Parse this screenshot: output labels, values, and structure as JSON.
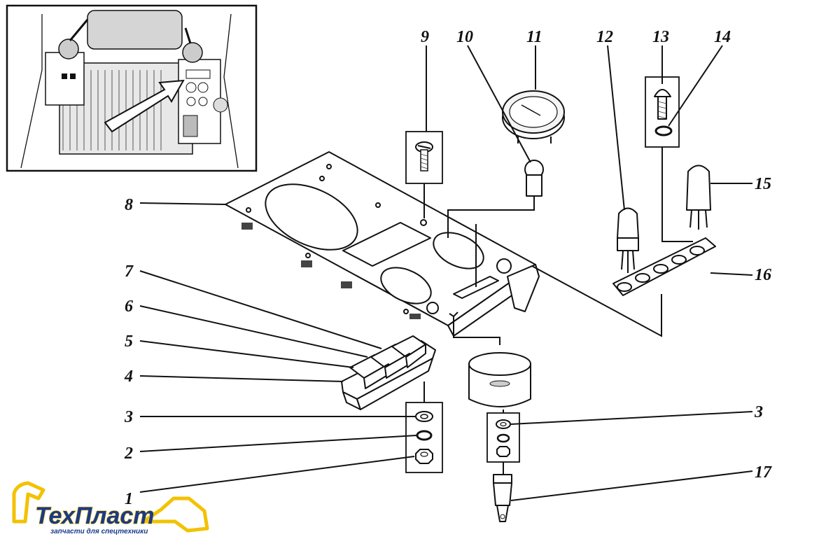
{
  "callouts": {
    "c1": "1",
    "c2": "2",
    "c3a": "3",
    "c3b": "3",
    "c4": "4",
    "c5": "5",
    "c6": "6",
    "c7": "7",
    "c8": "8",
    "c9": "9",
    "c10": "10",
    "c11": "11",
    "c12": "12",
    "c13": "13",
    "c14": "14",
    "c15": "15",
    "c16": "16",
    "c17": "17"
  },
  "logo": {
    "name": "ТехПласт",
    "tagline": "запчасти для спецтехники",
    "accent_color": "#f2c200",
    "text_color": "#1a3a8a"
  }
}
